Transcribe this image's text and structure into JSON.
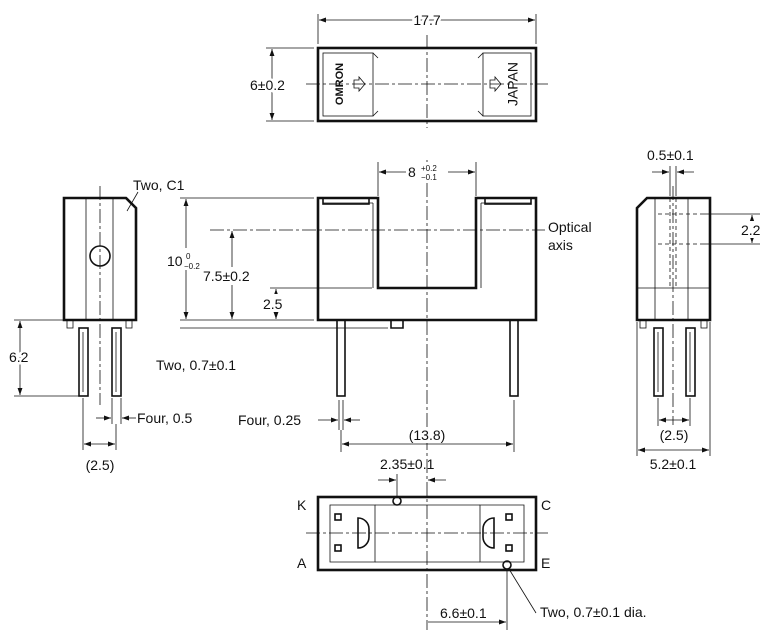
{
  "top_view": {
    "width_dim": "17.7",
    "height_dim": "6±0.2",
    "logo": "OMRON",
    "country": "JAPAN"
  },
  "left_view": {
    "chamfer": "Two, C1",
    "lead_length": "6.2",
    "hole_dia": "Two, 0.7±0.1",
    "lead_width": "Four, 0.5",
    "lead_pitch": "(2.5)"
  },
  "front_view": {
    "slot_width_main": "8",
    "slot_width_tol_upper": "+0.2",
    "slot_width_tol_lower": "−0.1",
    "height_main": "10",
    "height_tol_upper": "0",
    "height_tol_lower": "−0.2",
    "axis_height": "7.5±0.2",
    "base_height": "2.5",
    "optical_axis_line1": "Optical",
    "optical_axis_line2": "axis",
    "lead_thickness": "Four, 0.25",
    "lead_span": "(13.8)"
  },
  "right_view": {
    "aperture": "0.5±0.1",
    "aperture_height": "2.2",
    "lead_pitch": "(2.5)",
    "width": "5.2±0.1"
  },
  "bottom_view": {
    "hole_offset": "2.35±0.1",
    "pin_k": "K",
    "pin_c": "C",
    "pin_a": "A",
    "pin_e": "E",
    "hole_spacing": "6.6±0.1",
    "hole_dia": "Two, 0.7±0.1 dia."
  },
  "colors": {
    "line": "#111111",
    "background": "#ffffff"
  }
}
